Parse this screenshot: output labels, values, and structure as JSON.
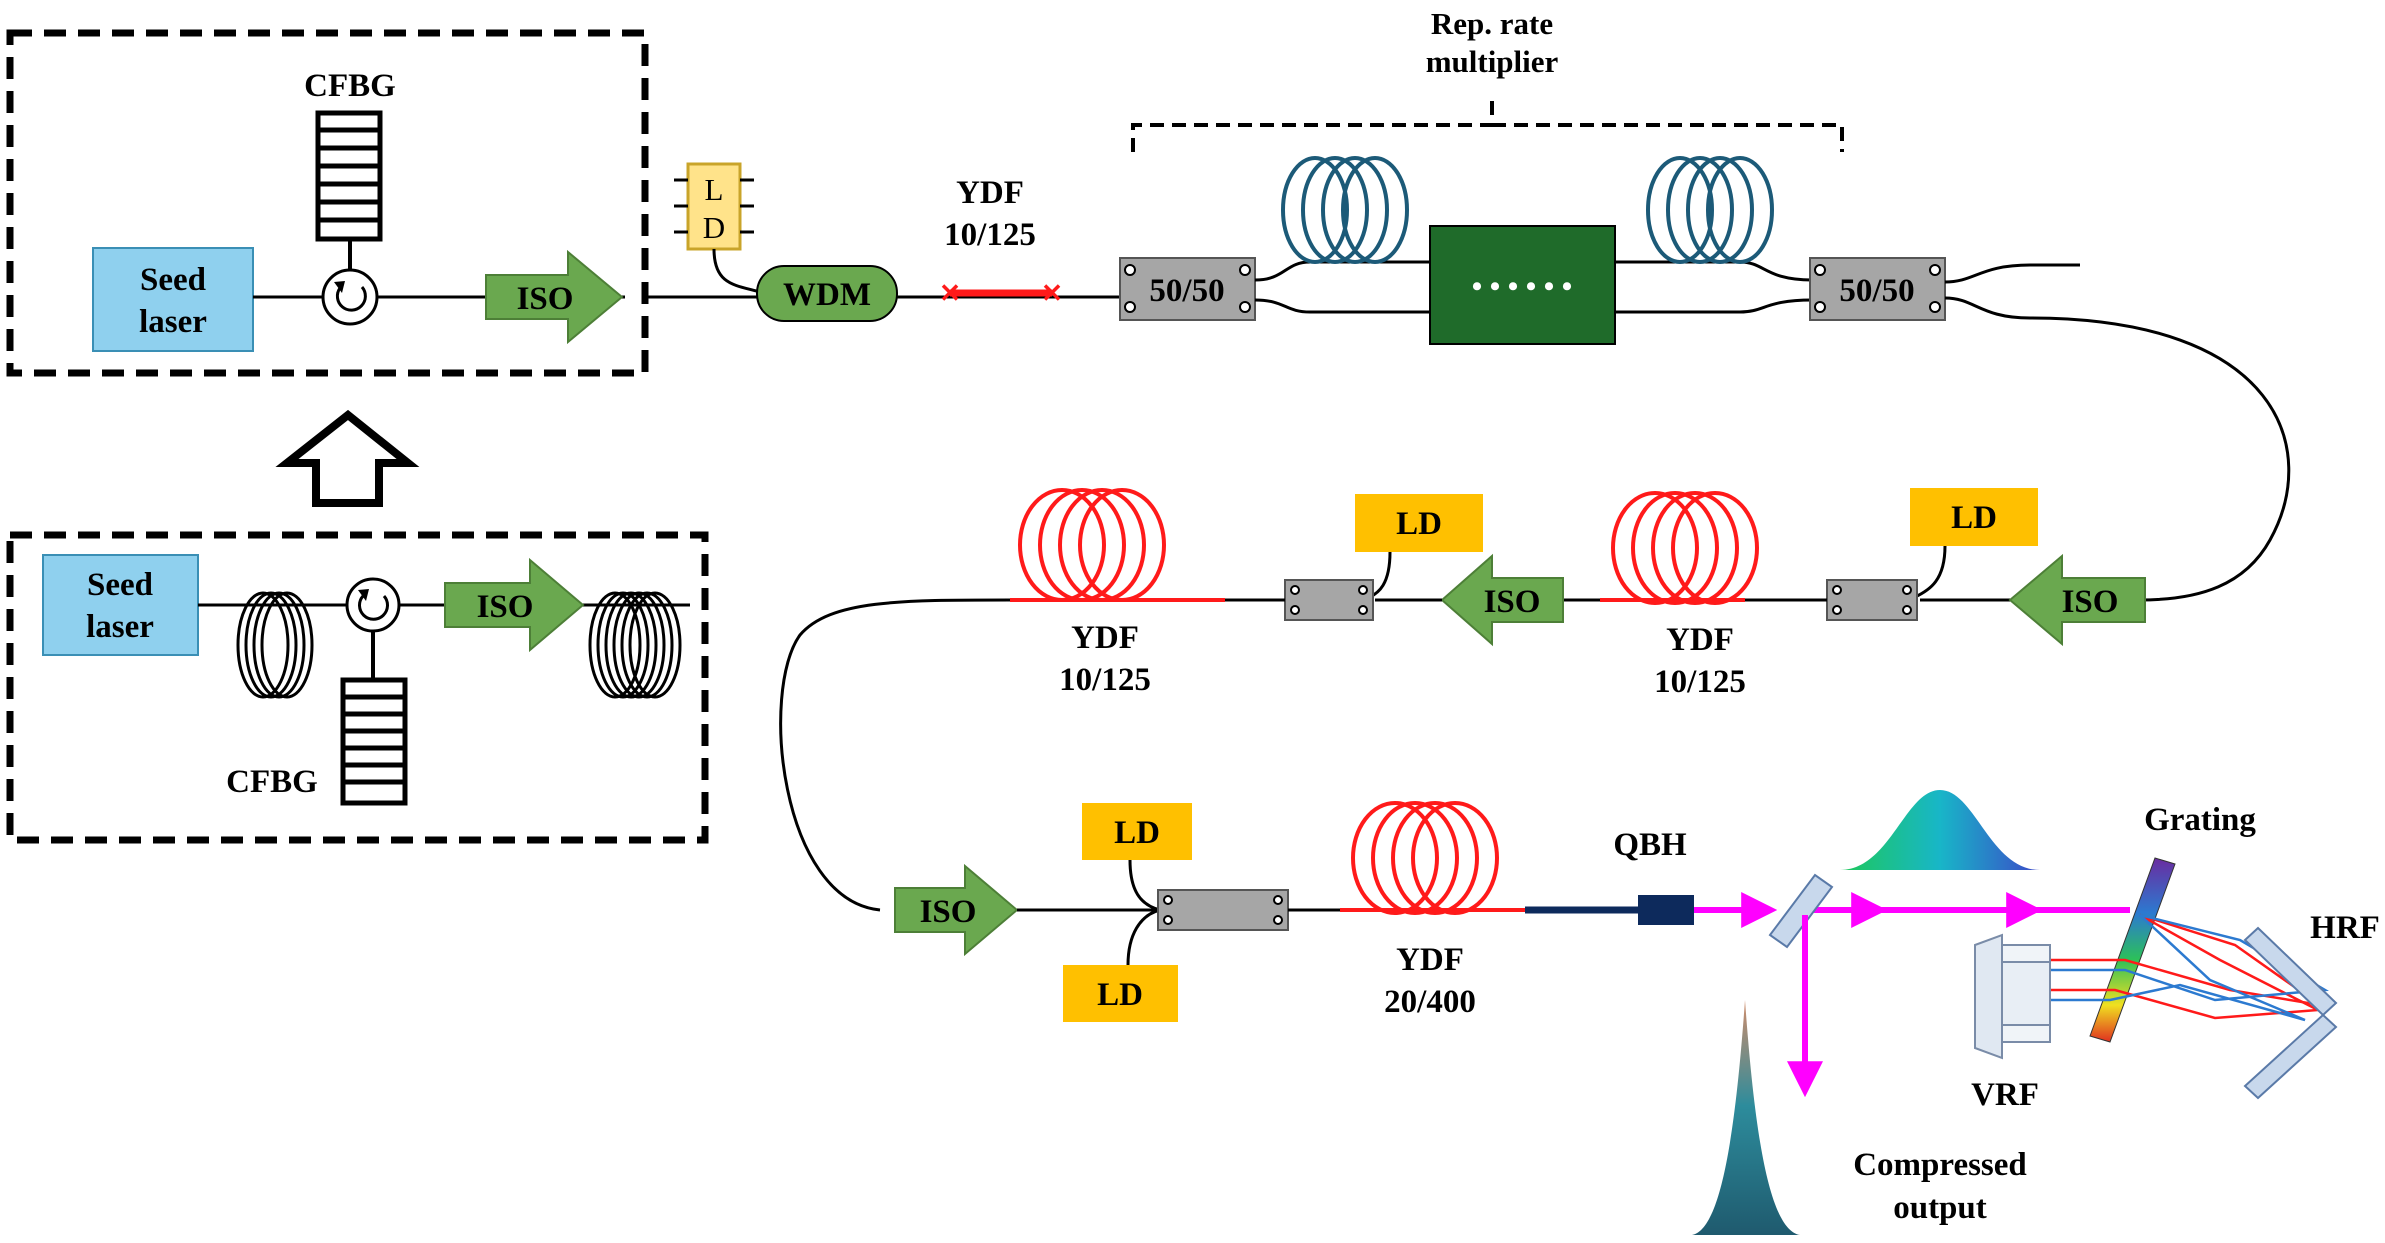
{
  "labels": {
    "seed_laser_top": [
      "Seed",
      "laser"
    ],
    "cfbg_top": "CFBG",
    "iso_top": "ISO",
    "seed_laser_bottom": [
      "Seed",
      "laser"
    ],
    "cfbg_bottom": "CFBG",
    "iso_bottom": "ISO",
    "ld_pump_top": "L D",
    "wdm": "WDM",
    "ydf_preamp": [
      "YDF",
      "10/125"
    ],
    "rep_rate": [
      "Rep. rate",
      "multiplier"
    ],
    "coupler_in": "50/50",
    "coupler_out": "50/50",
    "delay_dots": "• • • • • •",
    "iso_row2_right": "ISO",
    "ld_row2_right": "LD",
    "ydf_row2_right": [
      "YDF",
      "10/125"
    ],
    "iso_row2_mid": "ISO",
    "ld_row2_mid": "LD",
    "ydf_row2_left": [
      "YDF",
      "10/125"
    ],
    "iso_row3": "ISO",
    "ld_row3_top": "LD",
    "ld_row3_bottom": "LD",
    "ydf_main": [
      "YDF",
      "20/400"
    ],
    "qbh": "QBH",
    "grating": "Grating",
    "hrf": "HRF",
    "vrf": "VRF",
    "output": [
      "Compressed",
      "output"
    ]
  },
  "colors": {
    "seed": "#8fd0ee",
    "iso": "#6aa84f",
    "ld": "#ffc000",
    "ld_chip": "#ffe38a",
    "coupler": "#a6a6a6",
    "delay": "#1f6b2a",
    "coil_blue": "#1c5a78",
    "coil_red": "#ff1a1a",
    "beam": "#ff00ff",
    "qbh": "#0d2a5c",
    "fiber": "#000000"
  }
}
